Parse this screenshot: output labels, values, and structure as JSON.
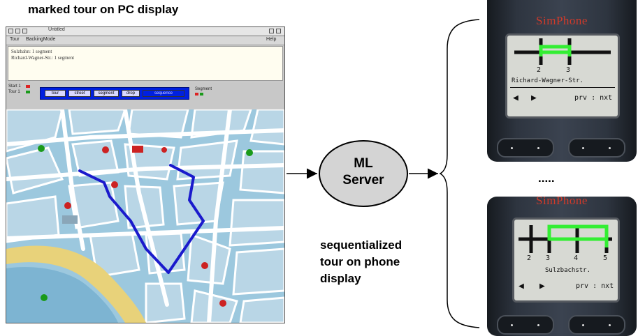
{
  "captions": {
    "pc_caption": "marked tour on PC display",
    "phone_caption_lines": [
      "sequentialized",
      "tour on phone",
      "display"
    ],
    "ellipsis": "....."
  },
  "server": {
    "line1": "ML",
    "line2": "Server",
    "fill": "#d4d4d4"
  },
  "pc_window": {
    "title": "Untitled",
    "menu": {
      "left1": "Tour",
      "left2": "BackingMode",
      "right": "Help"
    },
    "text_lines": [
      "Sulzbahn: 1 segment",
      "Richard-Wagner-Str.: 1 segment"
    ],
    "legend": {
      "start": "Start 1",
      "tour": "Tour 1"
    },
    "toolbar_buttons": [
      "tour",
      "street",
      "segment",
      "drop",
      "sequence"
    ],
    "status_label": "Segment",
    "tour_color": "#1a1acc",
    "toolbar_color": "#0020e0"
  },
  "phone1": {
    "brand": "SimPhone",
    "labels": {
      "a": "2",
      "b": "3"
    },
    "street": "Richard-Wagner-Str.",
    "nav": {
      "left": "◀",
      "right": "▶",
      "text": "prv : nxt"
    }
  },
  "phone2": {
    "brand": "SimPhone",
    "labels": {
      "a": "2",
      "b": "3",
      "c": "4",
      "d": "5"
    },
    "street": "Sulzbachstr.",
    "nav": {
      "left": "◀",
      "right": "▶",
      "text": "prv : nxt"
    }
  },
  "colors": {
    "highlight": "#33ee33",
    "brand": "#d23a2a",
    "screen_bg": "#d7d9d3"
  }
}
